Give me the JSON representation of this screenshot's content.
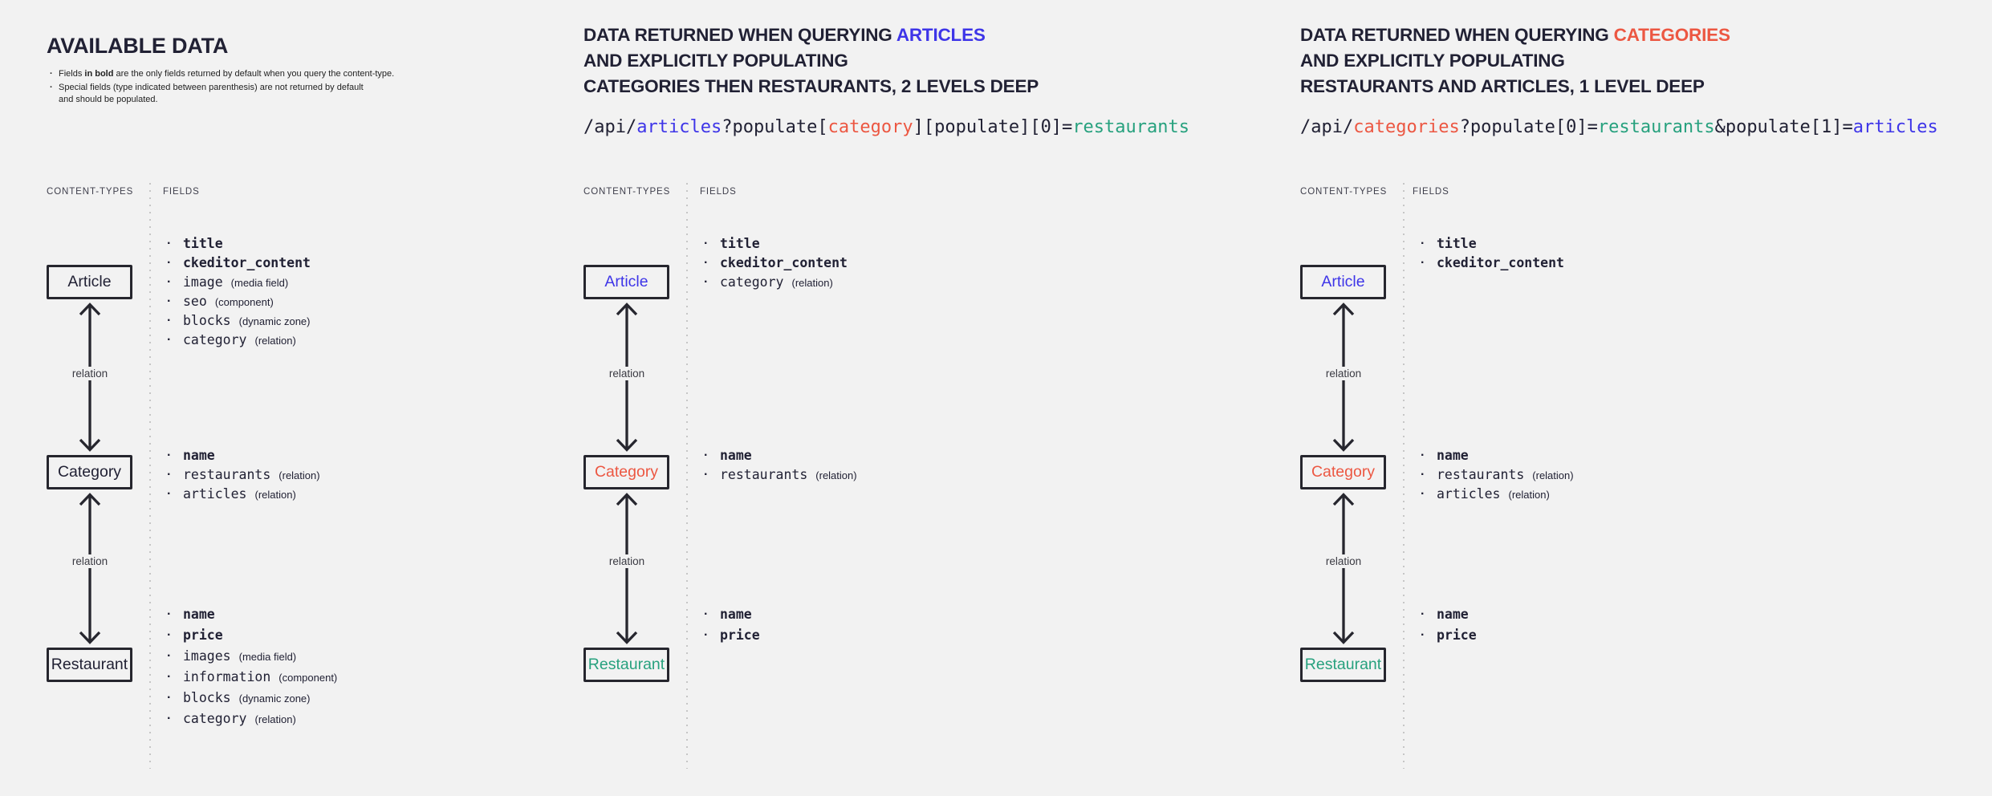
{
  "colors": {
    "bg": "#f2f2f2",
    "dark": "#212134",
    "line": "#26262e",
    "blue": "#3e35e8",
    "red": "#ec5742",
    "green": "#27a17e",
    "dotted": "#c6c6c6"
  },
  "panels": [
    {
      "header": {
        "title": "AVAILABLE DATA"
      },
      "notes": {
        "n1a": "Fields ",
        "n1b": "in bold",
        "n1c": " are the only fields returned by default when you query the content-type.",
        "n2l1": "Special fields (type indicated between parenthesis) are not returned by default",
        "n2l2": "and should be populated."
      },
      "labels": {
        "content_types": "CONTENT-TYPES",
        "fields": "FIELDS",
        "relation": "relation"
      },
      "nodes": [
        {
          "label": "Article",
          "fields": [
            {
              "name": "title",
              "bold": true
            },
            {
              "name": "ckeditor_content",
              "bold": true
            },
            {
              "name": "image",
              "type": "(media field)"
            },
            {
              "name": "seo",
              "type": "(component)"
            },
            {
              "name": "blocks",
              "type": "(dynamic zone)"
            },
            {
              "name": "category",
              "type": "(relation)"
            }
          ]
        },
        {
          "label": "Category",
          "fields": [
            {
              "name": "name",
              "bold": true
            },
            {
              "name": "restaurants",
              "type": "(relation)"
            },
            {
              "name": "articles",
              "type": "(relation)"
            }
          ]
        },
        {
          "label": "Restaurant",
          "fields": [
            {
              "name": "name",
              "bold": true
            },
            {
              "name": "price",
              "bold": true
            },
            {
              "name": "images",
              "type": "(media field)"
            },
            {
              "name": "information",
              "type": "(component)"
            },
            {
              "name": "blocks",
              "type": "(dynamic zone)"
            },
            {
              "name": "category",
              "type": "(relation)"
            }
          ]
        }
      ]
    },
    {
      "header": {
        "line1_prefix": "DATA RETURNED WHEN QUERYING ",
        "line1_highlight": "ARTICLES",
        "highlight_color": "#3e35e8",
        "line2": "AND EXPLICITLY POPULATING",
        "line3": "CATEGORIES THEN RESTAURANTS, 2 LEVELS DEEP"
      },
      "api": {
        "segments": [
          {
            "text": "/api/",
            "color": "dark"
          },
          {
            "text": "articles",
            "color": "blue"
          },
          {
            "text": "?populate[",
            "color": "dark"
          },
          {
            "text": "category",
            "color": "red"
          },
          {
            "text": "][populate][0]=",
            "color": "dark"
          },
          {
            "text": "restaurants",
            "color": "green"
          }
        ]
      },
      "labels": {
        "content_types": "CONTENT-TYPES",
        "fields": "FIELDS",
        "relation": "relation"
      },
      "nodes": [
        {
          "label": "Article",
          "color": "blue",
          "fields": [
            {
              "name": "title",
              "bold": true
            },
            {
              "name": "ckeditor_content",
              "bold": true
            },
            {
              "name": "category",
              "type": "(relation)",
              "color": "red"
            }
          ]
        },
        {
          "label": "Category",
          "color": "red",
          "fields": [
            {
              "name": "name",
              "bold": true
            },
            {
              "name": "restaurants",
              "type": "(relation)",
              "color": "green"
            }
          ]
        },
        {
          "label": "Restaurant",
          "color": "green",
          "fields": [
            {
              "name": "name",
              "bold": true
            },
            {
              "name": "price",
              "bold": true
            }
          ]
        }
      ]
    },
    {
      "header": {
        "line1_prefix": "DATA RETURNED WHEN QUERYING ",
        "line1_highlight": "CATEGORIES",
        "highlight_color": "#ec5742",
        "line2": "AND EXPLICITLY POPULATING",
        "line3": "RESTAURANTS AND ARTICLES, 1 LEVEL DEEP"
      },
      "api": {
        "segments": [
          {
            "text": "/api/",
            "color": "dark"
          },
          {
            "text": "categories",
            "color": "red"
          },
          {
            "text": "?populate[0]=",
            "color": "dark"
          },
          {
            "text": "restaurants",
            "color": "green"
          },
          {
            "text": "&populate[1]=",
            "color": "dark"
          },
          {
            "text": "articles",
            "color": "blue"
          }
        ]
      },
      "labels": {
        "content_types": "CONTENT-TYPES",
        "fields": "FIELDS",
        "relation": "relation"
      },
      "nodes": [
        {
          "label": "Article",
          "color": "blue",
          "fields": [
            {
              "name": "title",
              "bold": true
            },
            {
              "name": "ckeditor_content",
              "bold": true
            }
          ]
        },
        {
          "label": "Category",
          "color": "red",
          "fields": [
            {
              "name": "name",
              "bold": true
            },
            {
              "name": "restaurants",
              "type": "(relation)",
              "color": "green"
            },
            {
              "name": "articles",
              "type": "(relation)",
              "color": "blue"
            }
          ]
        },
        {
          "label": "Restaurant",
          "color": "green",
          "fields": [
            {
              "name": "name",
              "bold": true
            },
            {
              "name": "price",
              "bold": true
            }
          ]
        }
      ]
    }
  ]
}
